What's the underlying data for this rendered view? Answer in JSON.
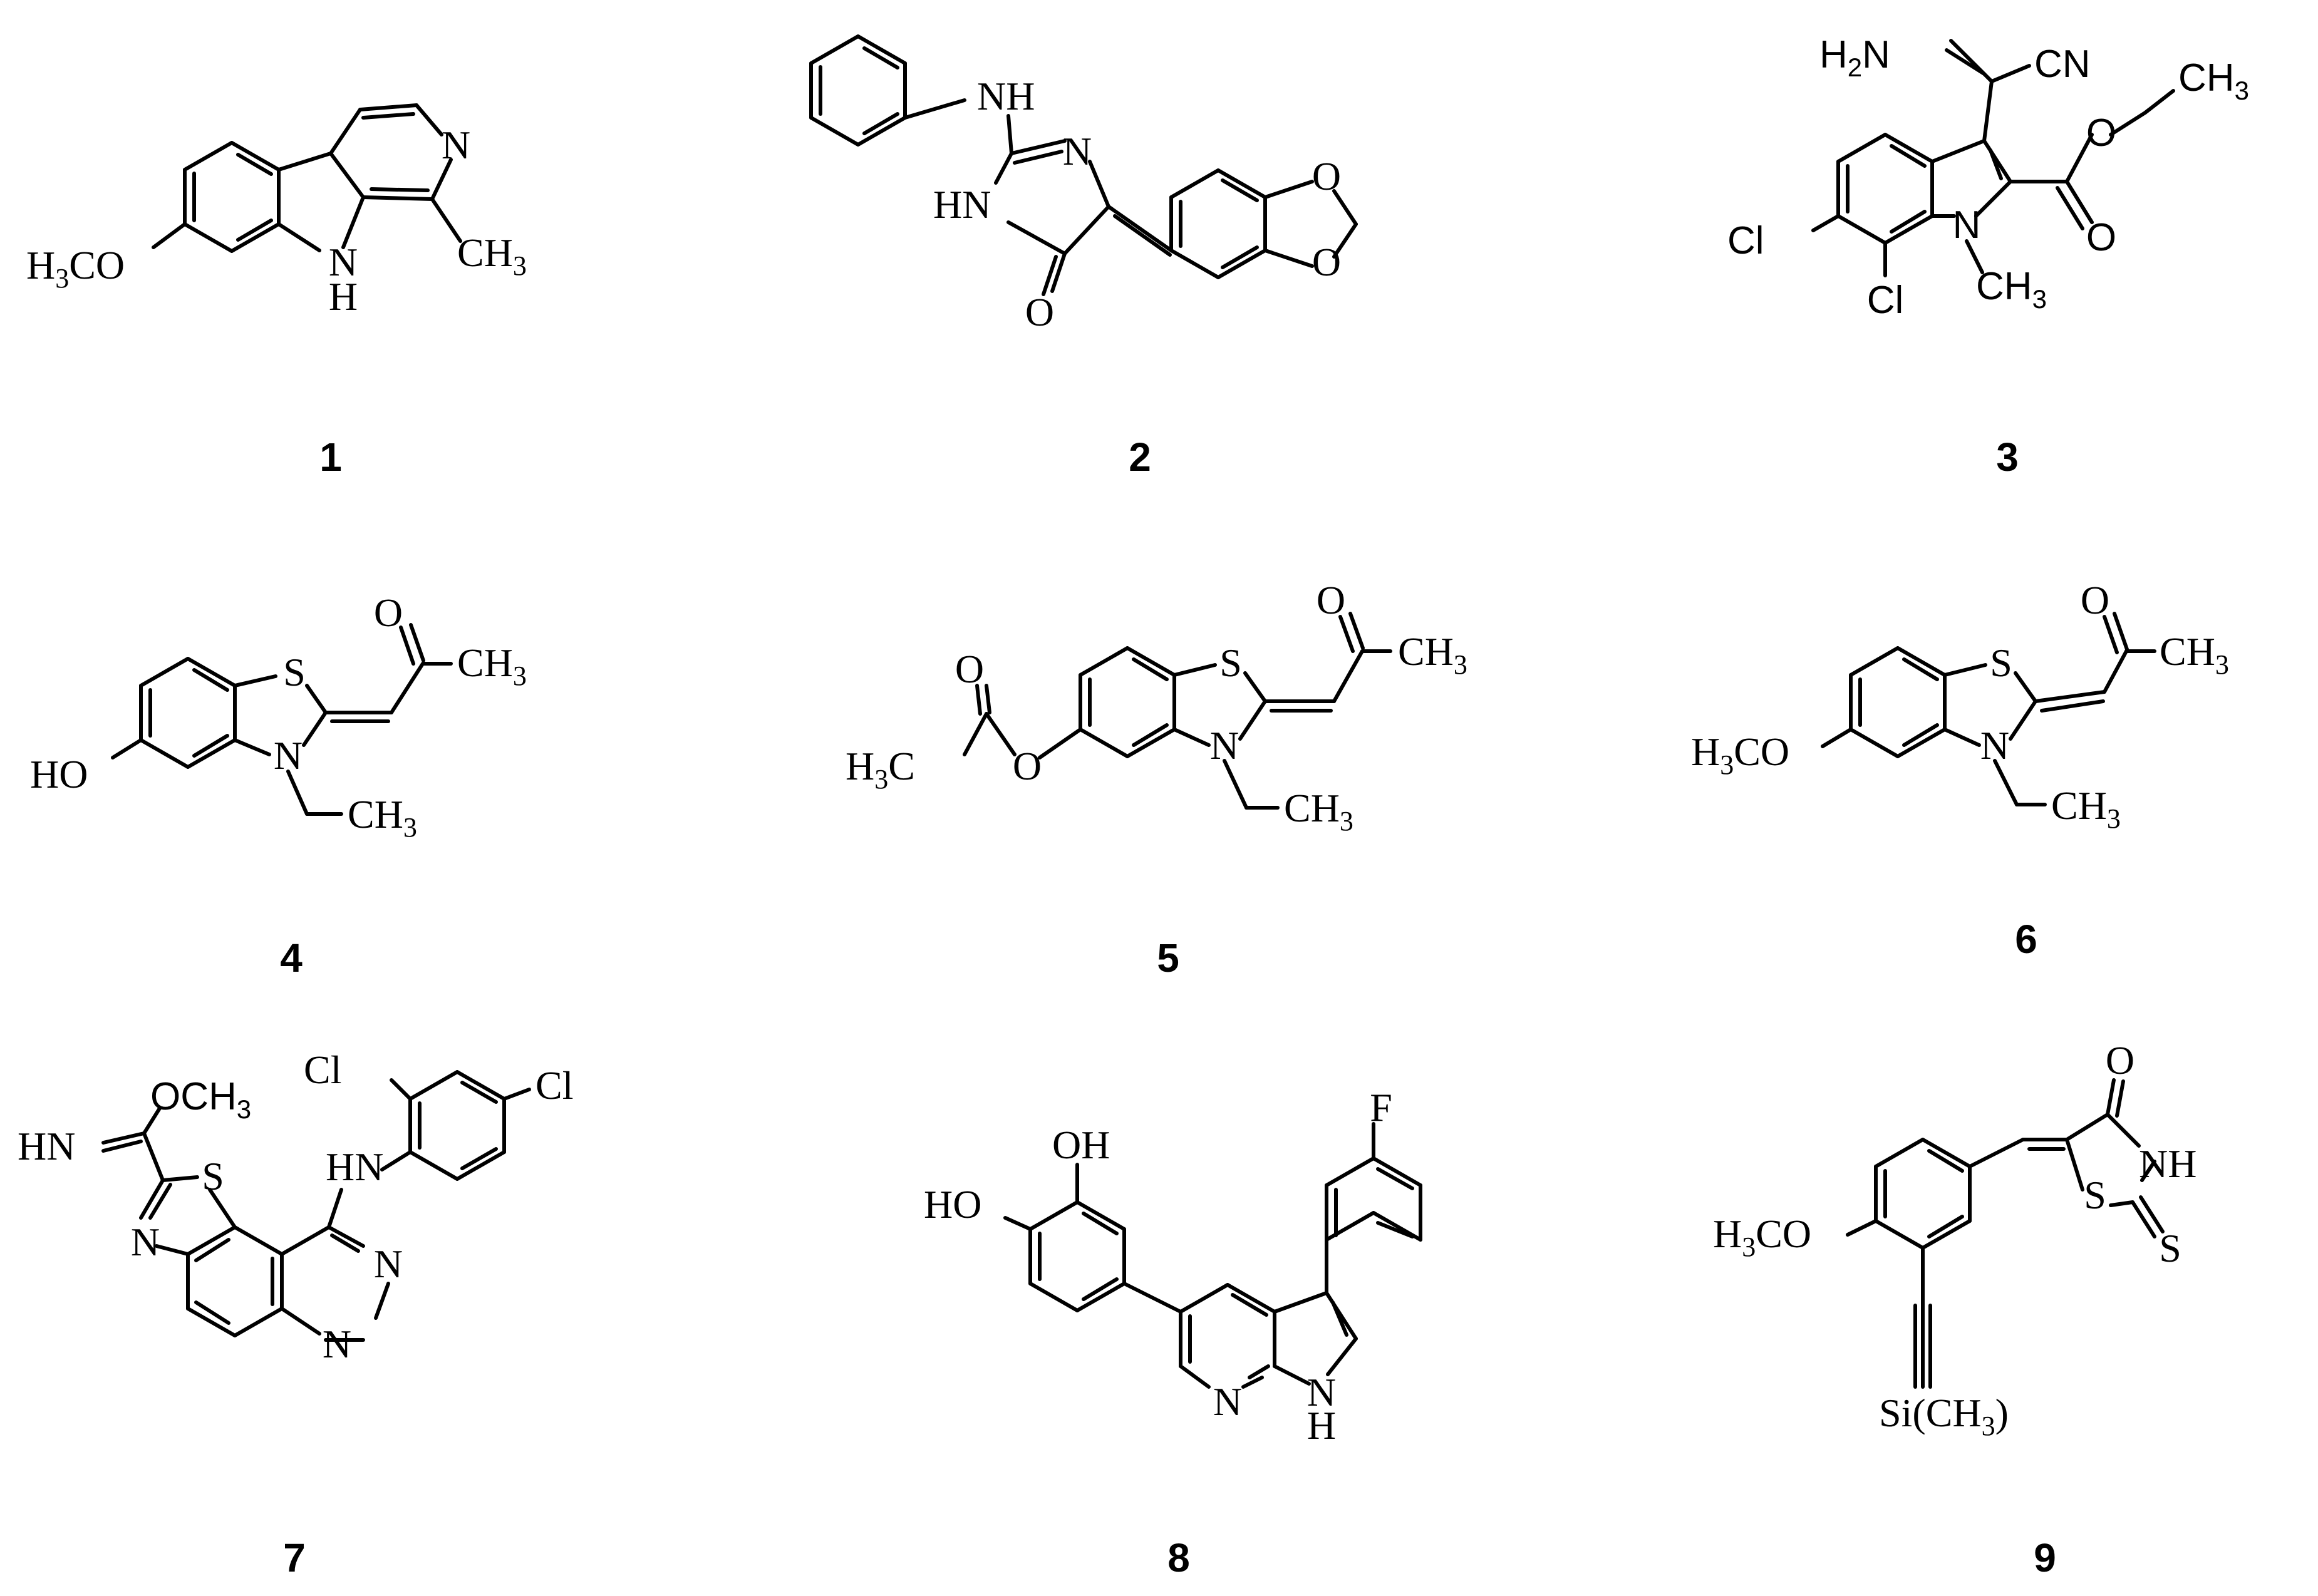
{
  "compounds": [
    {
      "number": "1",
      "labels": {
        "n_ring": "N",
        "nh_n": "N",
        "nh_h": "H",
        "och3_h": "H",
        "och3_3": "3",
        "och3_co": "CO",
        "ch3_c": "CH",
        "ch3_3": "3"
      }
    },
    {
      "number": "2",
      "labels": {
        "nh_top": "NH",
        "n_ring": "N",
        "hn_ring": "HN",
        "o_carbonyl": "O",
        "o_top": "O",
        "o_bottom": "O"
      }
    },
    {
      "number": "3",
      "labels": {
        "nh2_h": "H",
        "nh2_2": "2",
        "nh2_n": "N",
        "cn": "CN",
        "o_ether": "O",
        "ch3_c": "CH",
        "ch3_3": "3",
        "o_carbonyl": "O",
        "n_ring": "N",
        "nme_c": "CH",
        "nme_3": "3",
        "cl_left": "Cl",
        "cl_bottom": "Cl"
      }
    },
    {
      "number": "4",
      "labels": {
        "s": "S",
        "o": "O",
        "ch3_c": "CH",
        "ch3_3": "3",
        "n": "N",
        "ho": "HO",
        "et_c": "CH",
        "et_3": "3"
      }
    },
    {
      "number": "5",
      "labels": {
        "s": "S",
        "o": "O",
        "ch3_c": "CH",
        "ch3_3": "3",
        "n": "N",
        "o_acyl": "O",
        "o_ester": "O",
        "h3c_h": "H",
        "h3c_3": "3",
        "h3c_c": "C",
        "et_c": "CH",
        "et_3": "3"
      }
    },
    {
      "number": "6",
      "labels": {
        "s": "S",
        "o": "O",
        "ch3_c": "CH",
        "ch3_3": "3",
        "n": "N",
        "och3_h": "H",
        "och3_3": "3",
        "och3_co": "CO",
        "et_c": "CH",
        "et_3": "3"
      }
    },
    {
      "number": "7",
      "labels": {
        "och3_o": "OCH",
        "och3_3": "3",
        "hn_imine": "HN",
        "cl_1": "Cl",
        "cl_2": "Cl",
        "s": "S",
        "hn_link": "HN",
        "n_thz": "N",
        "n_pyr1": "N",
        "n_pyr2": "N"
      }
    },
    {
      "number": "8",
      "labels": {
        "f": "F",
        "oh": "OH",
        "ho": "HO",
        "n_py": "N",
        "nh_n": "N",
        "nh_h": "H"
      }
    },
    {
      "number": "9",
      "labels": {
        "o": "O",
        "nh": "NH",
        "s_ring": "S",
        "s_thione": "S",
        "och3_h": "H",
        "och3_3": "3",
        "och3_co": "CO",
        "si": "Si(CH",
        "si_3": "3",
        "si_close": ")"
      }
    }
  ]
}
